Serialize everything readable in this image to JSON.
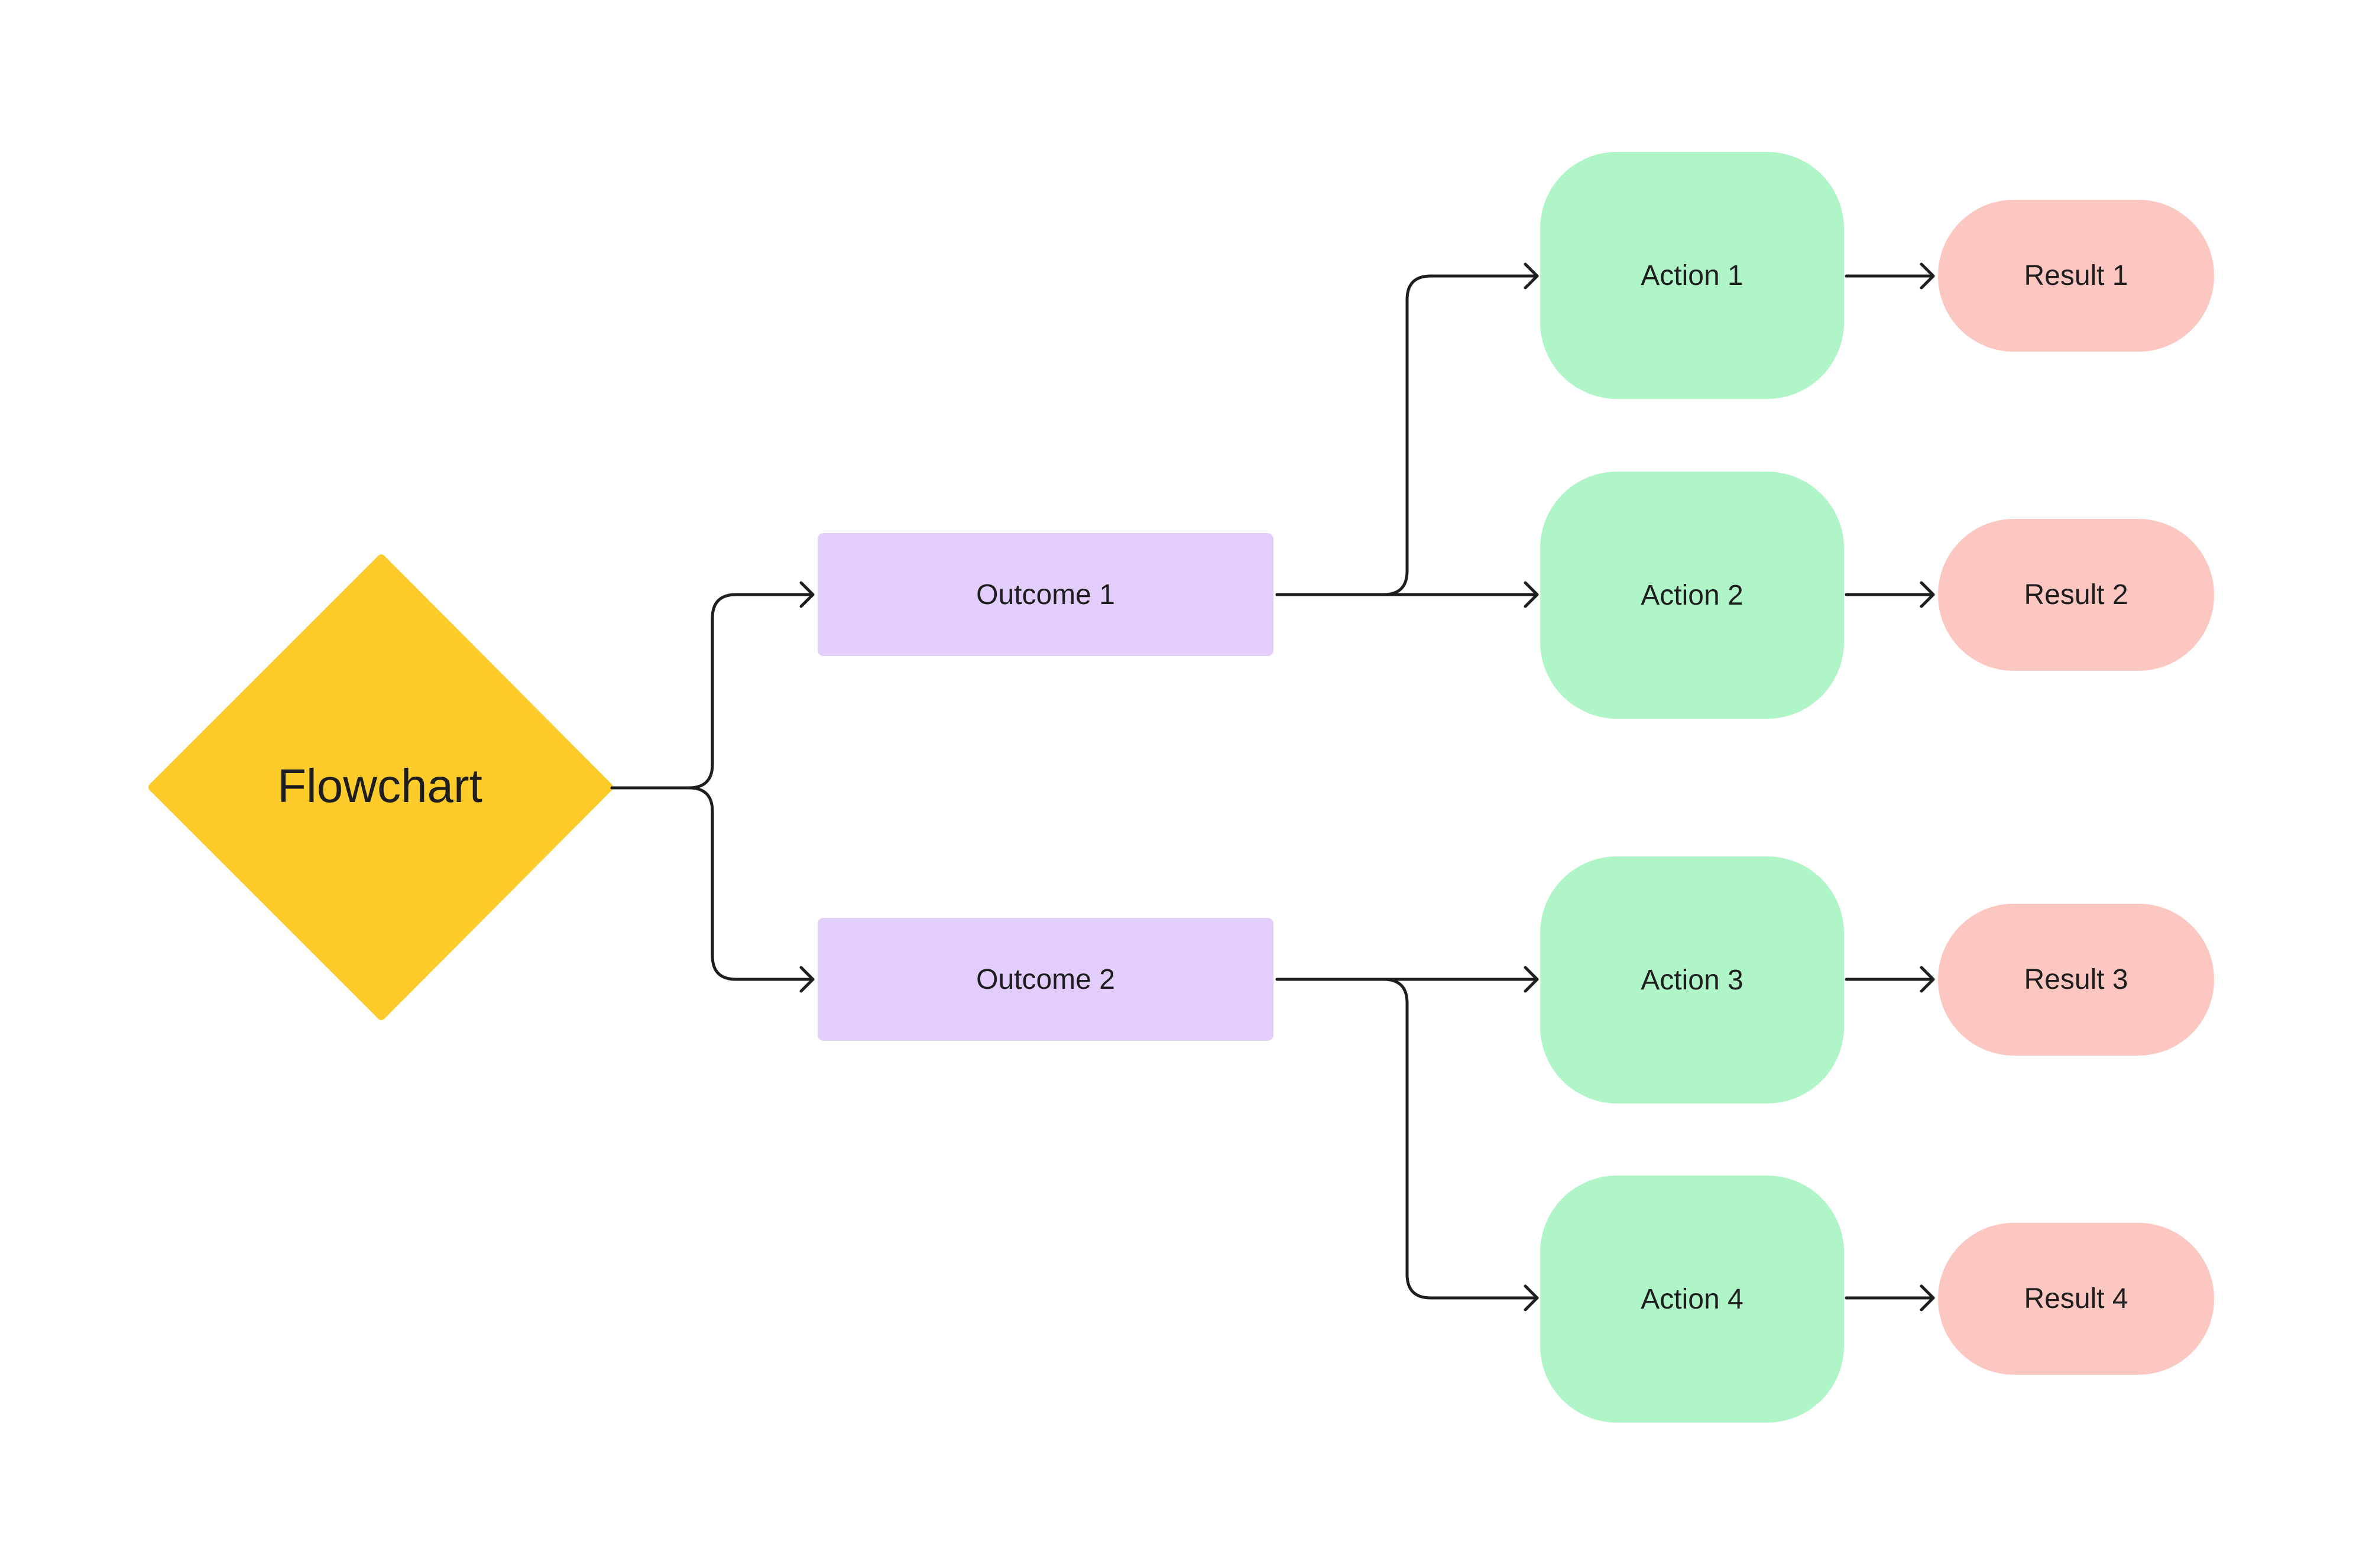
{
  "colors": {
    "decision": "#fdcb2a",
    "outcome": "#e3cdfd",
    "action": "#aff5c8",
    "result": "#fdc7c1",
    "connector": "#1e1e1e"
  },
  "decision": {
    "label": "Flowchart"
  },
  "outcomes": [
    {
      "label": "Outcome 1"
    },
    {
      "label": "Outcome 2"
    }
  ],
  "actions": [
    {
      "label": "Action 1"
    },
    {
      "label": "Action 2"
    },
    {
      "label": "Action 3"
    },
    {
      "label": "Action 4"
    }
  ],
  "results": [
    {
      "label": "Result 1"
    },
    {
      "label": "Result 2"
    },
    {
      "label": "Result 3"
    },
    {
      "label": "Result 4"
    }
  ]
}
